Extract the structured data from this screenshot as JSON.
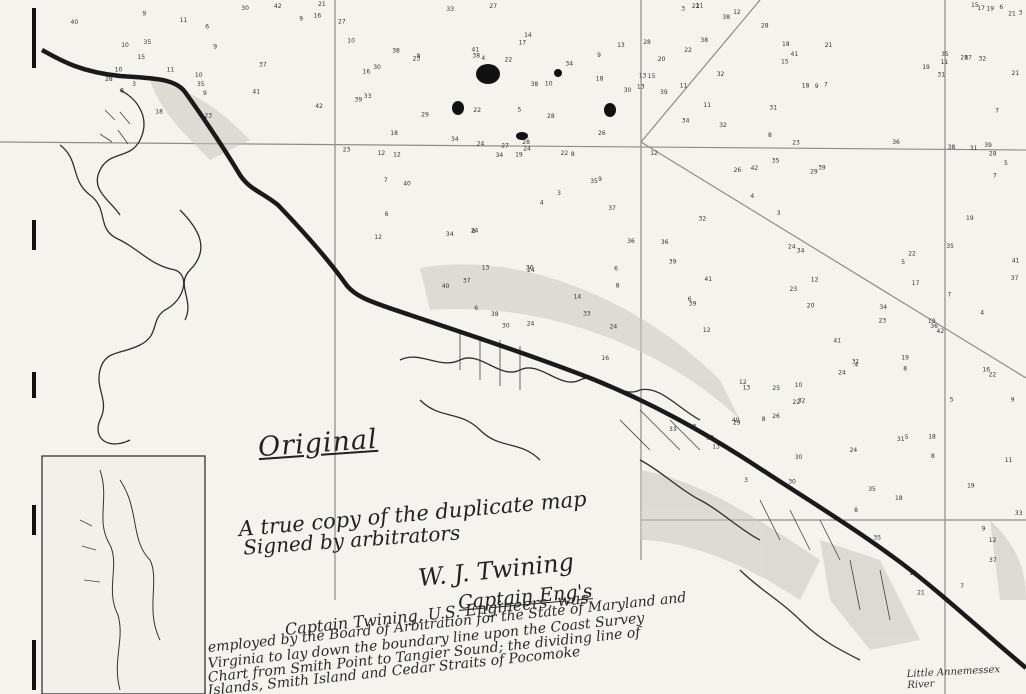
{
  "map": {
    "title_hand": "Original",
    "certification_line1": "A true copy of the duplicate map",
    "certification_line2": "Signed by arbitrators",
    "signature": "W. J. Twining",
    "signature_title": "Captain Eng's",
    "note_lines": [
      "Captain Twining, U.S. Engineers, was",
      "employed by the Board of Arbitration for the State of Maryland and",
      "Virginia to lay down the boundary line upon the Coast Survey",
      "Chart from Smith Point to Tangier Sound; the dividing line of",
      "Islands, Smith Island and Cedar Straits of Pocomoke"
    ],
    "place_label": "Little Annemessex River"
  },
  "colors": {
    "paper": "#f4f3ee",
    "ink": "#1c1c1c",
    "boundary": "#2b2b2b",
    "shading": "#b9b7b0"
  }
}
